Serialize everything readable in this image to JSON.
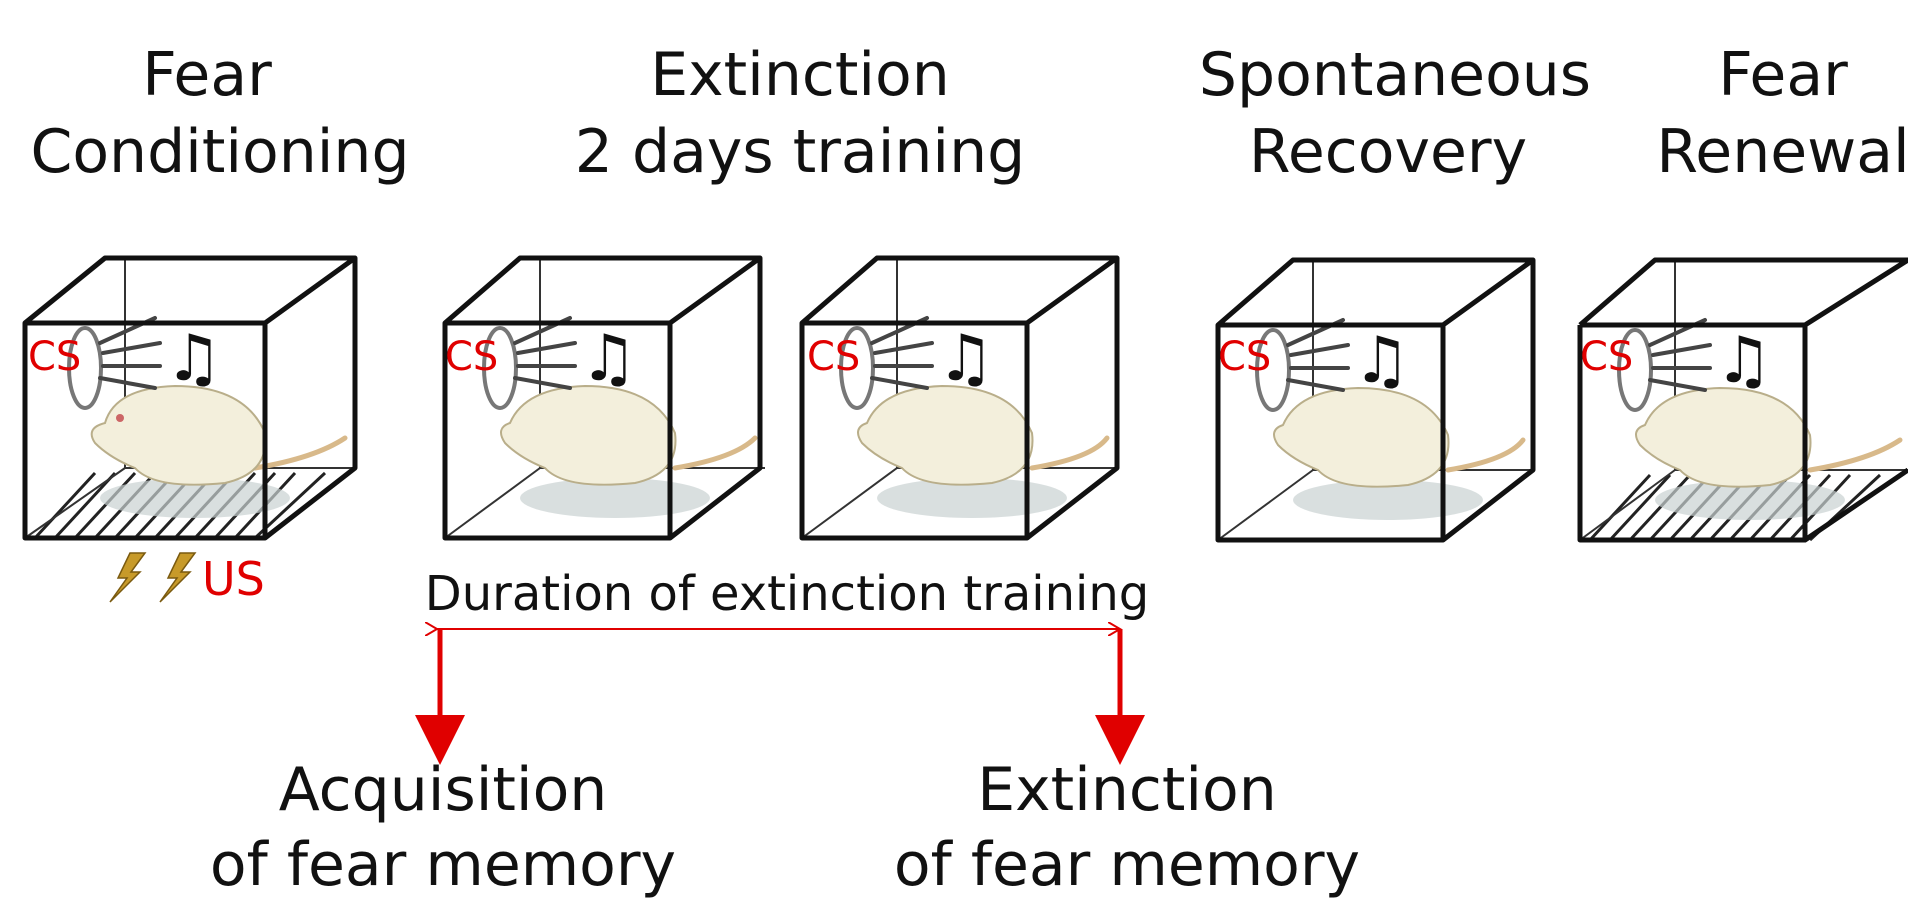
{
  "phases": [
    {
      "line1": "Fear",
      "line2": "Conditioning"
    },
    {
      "line1": "Extinction",
      "line2": "2 days training"
    },
    {
      "line1": "Spontaneous",
      "line2": "Recovery"
    },
    {
      "line1": "Fear",
      "line2": "Renewal"
    }
  ],
  "chambers": [
    {
      "cs_label": "CS"
    },
    {
      "cs_label": "CS"
    },
    {
      "cs_label": "CS"
    },
    {
      "cs_label": "CS"
    },
    {
      "cs_label": "CS"
    }
  ],
  "us_label": "US",
  "duration_label": "Duration of extinction training",
  "outcomes": [
    {
      "line1": "Acquisition",
      "line2": "of fear memory"
    },
    {
      "line1": "Extinction",
      "line2": "of fear memory"
    }
  ],
  "colors": {
    "accent": "#e00000",
    "text": "#111111"
  },
  "icons": [
    "music-note-icon",
    "speaker-icon",
    "lightning-bolt-icon",
    "rat-illustration"
  ]
}
